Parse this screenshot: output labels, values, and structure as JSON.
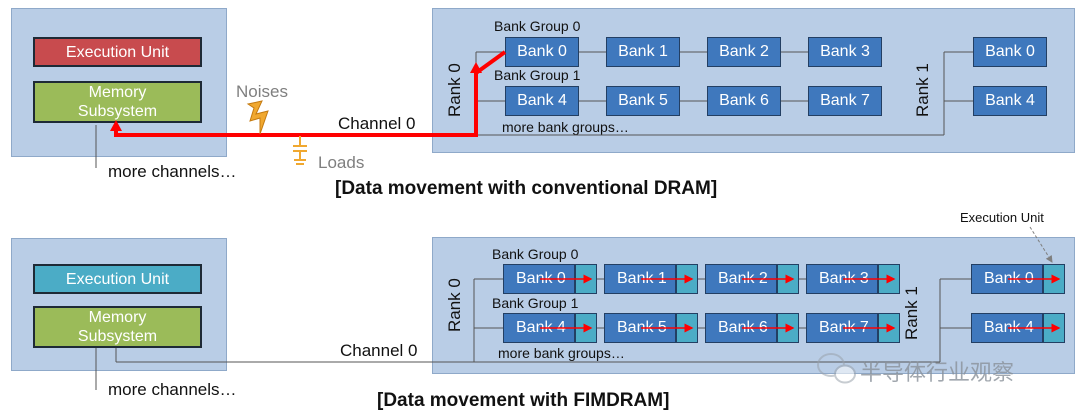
{
  "top": {
    "execution_unit": "Execution Unit",
    "memory_subsystem": "Memory Subsystem",
    "more_channels": "more channels…",
    "noises": "Noises",
    "loads": "Loads",
    "channel": "Channel 0",
    "rank0": "Rank 0",
    "rank1": "Rank 1",
    "bank_group0": "Bank Group 0",
    "bank_group1": "Bank Group 1",
    "more_bank_groups": "more bank groups…",
    "row1": [
      "Bank 0",
      "Bank 1",
      "Bank 2",
      "Bank 3"
    ],
    "row2": [
      "Bank 4",
      "Bank 5",
      "Bank 6",
      "Bank 7"
    ],
    "rank1_banks": [
      "Bank 0",
      "Bank 4"
    ],
    "caption": "[Data movement with conventional DRAM]"
  },
  "bottom": {
    "execution_unit": "Execution Unit",
    "memory_subsystem": "Memory Subsystem",
    "more_channels": "more channels…",
    "channel": "Channel 0",
    "rank0": "Rank 0",
    "rank1": "Rank 1",
    "bank_group0": "Bank Group 0",
    "bank_group1": "Bank Group 1",
    "more_bank_groups": "more bank groups…",
    "row1": [
      "Bank 0",
      "Bank 1",
      "Bank 2",
      "Bank 3"
    ],
    "row2": [
      "Bank 4",
      "Bank 5",
      "Bank 6",
      "Bank 7"
    ],
    "rank1_banks": [
      "Bank 0",
      "Bank 4"
    ],
    "exec_unit_callout": "Execution Unit",
    "caption": "[Data movement with FIMDRAM]"
  },
  "watermark": "半导体行业观察",
  "colors": {
    "panel": "#b9cde6",
    "bank": "#3f78bd",
    "exec_red": "#c84b4e",
    "exec_teal": "#4bacc6",
    "memory": "#9bbb59",
    "data_path": "#ff0000"
  }
}
